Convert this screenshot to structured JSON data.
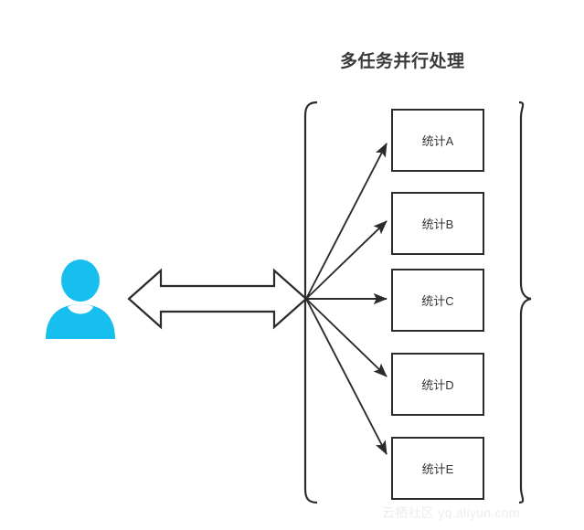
{
  "diagram": {
    "title": "多任务并行处理",
    "title_color": "#3a3a3a",
    "background_color": "#ffffff",
    "line_color": "#2b2b2b",
    "actor": {
      "icon": "person-icon",
      "color": "#17BFEE"
    },
    "connector": {
      "icon": "bidirectional-arrow-icon",
      "label": "",
      "fill": "#ffffff",
      "stroke": "#2b2b2b"
    },
    "left_bracket": {
      "icon": "left-bracket-icon"
    },
    "right_bracket": {
      "icon": "right-curly-brace-icon"
    },
    "tasks": [
      {
        "label": "统计A"
      },
      {
        "label": "统计B"
      },
      {
        "label": "统计C"
      },
      {
        "label": "统计D"
      },
      {
        "label": "统计E"
      }
    ]
  },
  "watermark": {
    "text": "云栖社区 yq.aliyun.com",
    "color": "#ededed"
  }
}
